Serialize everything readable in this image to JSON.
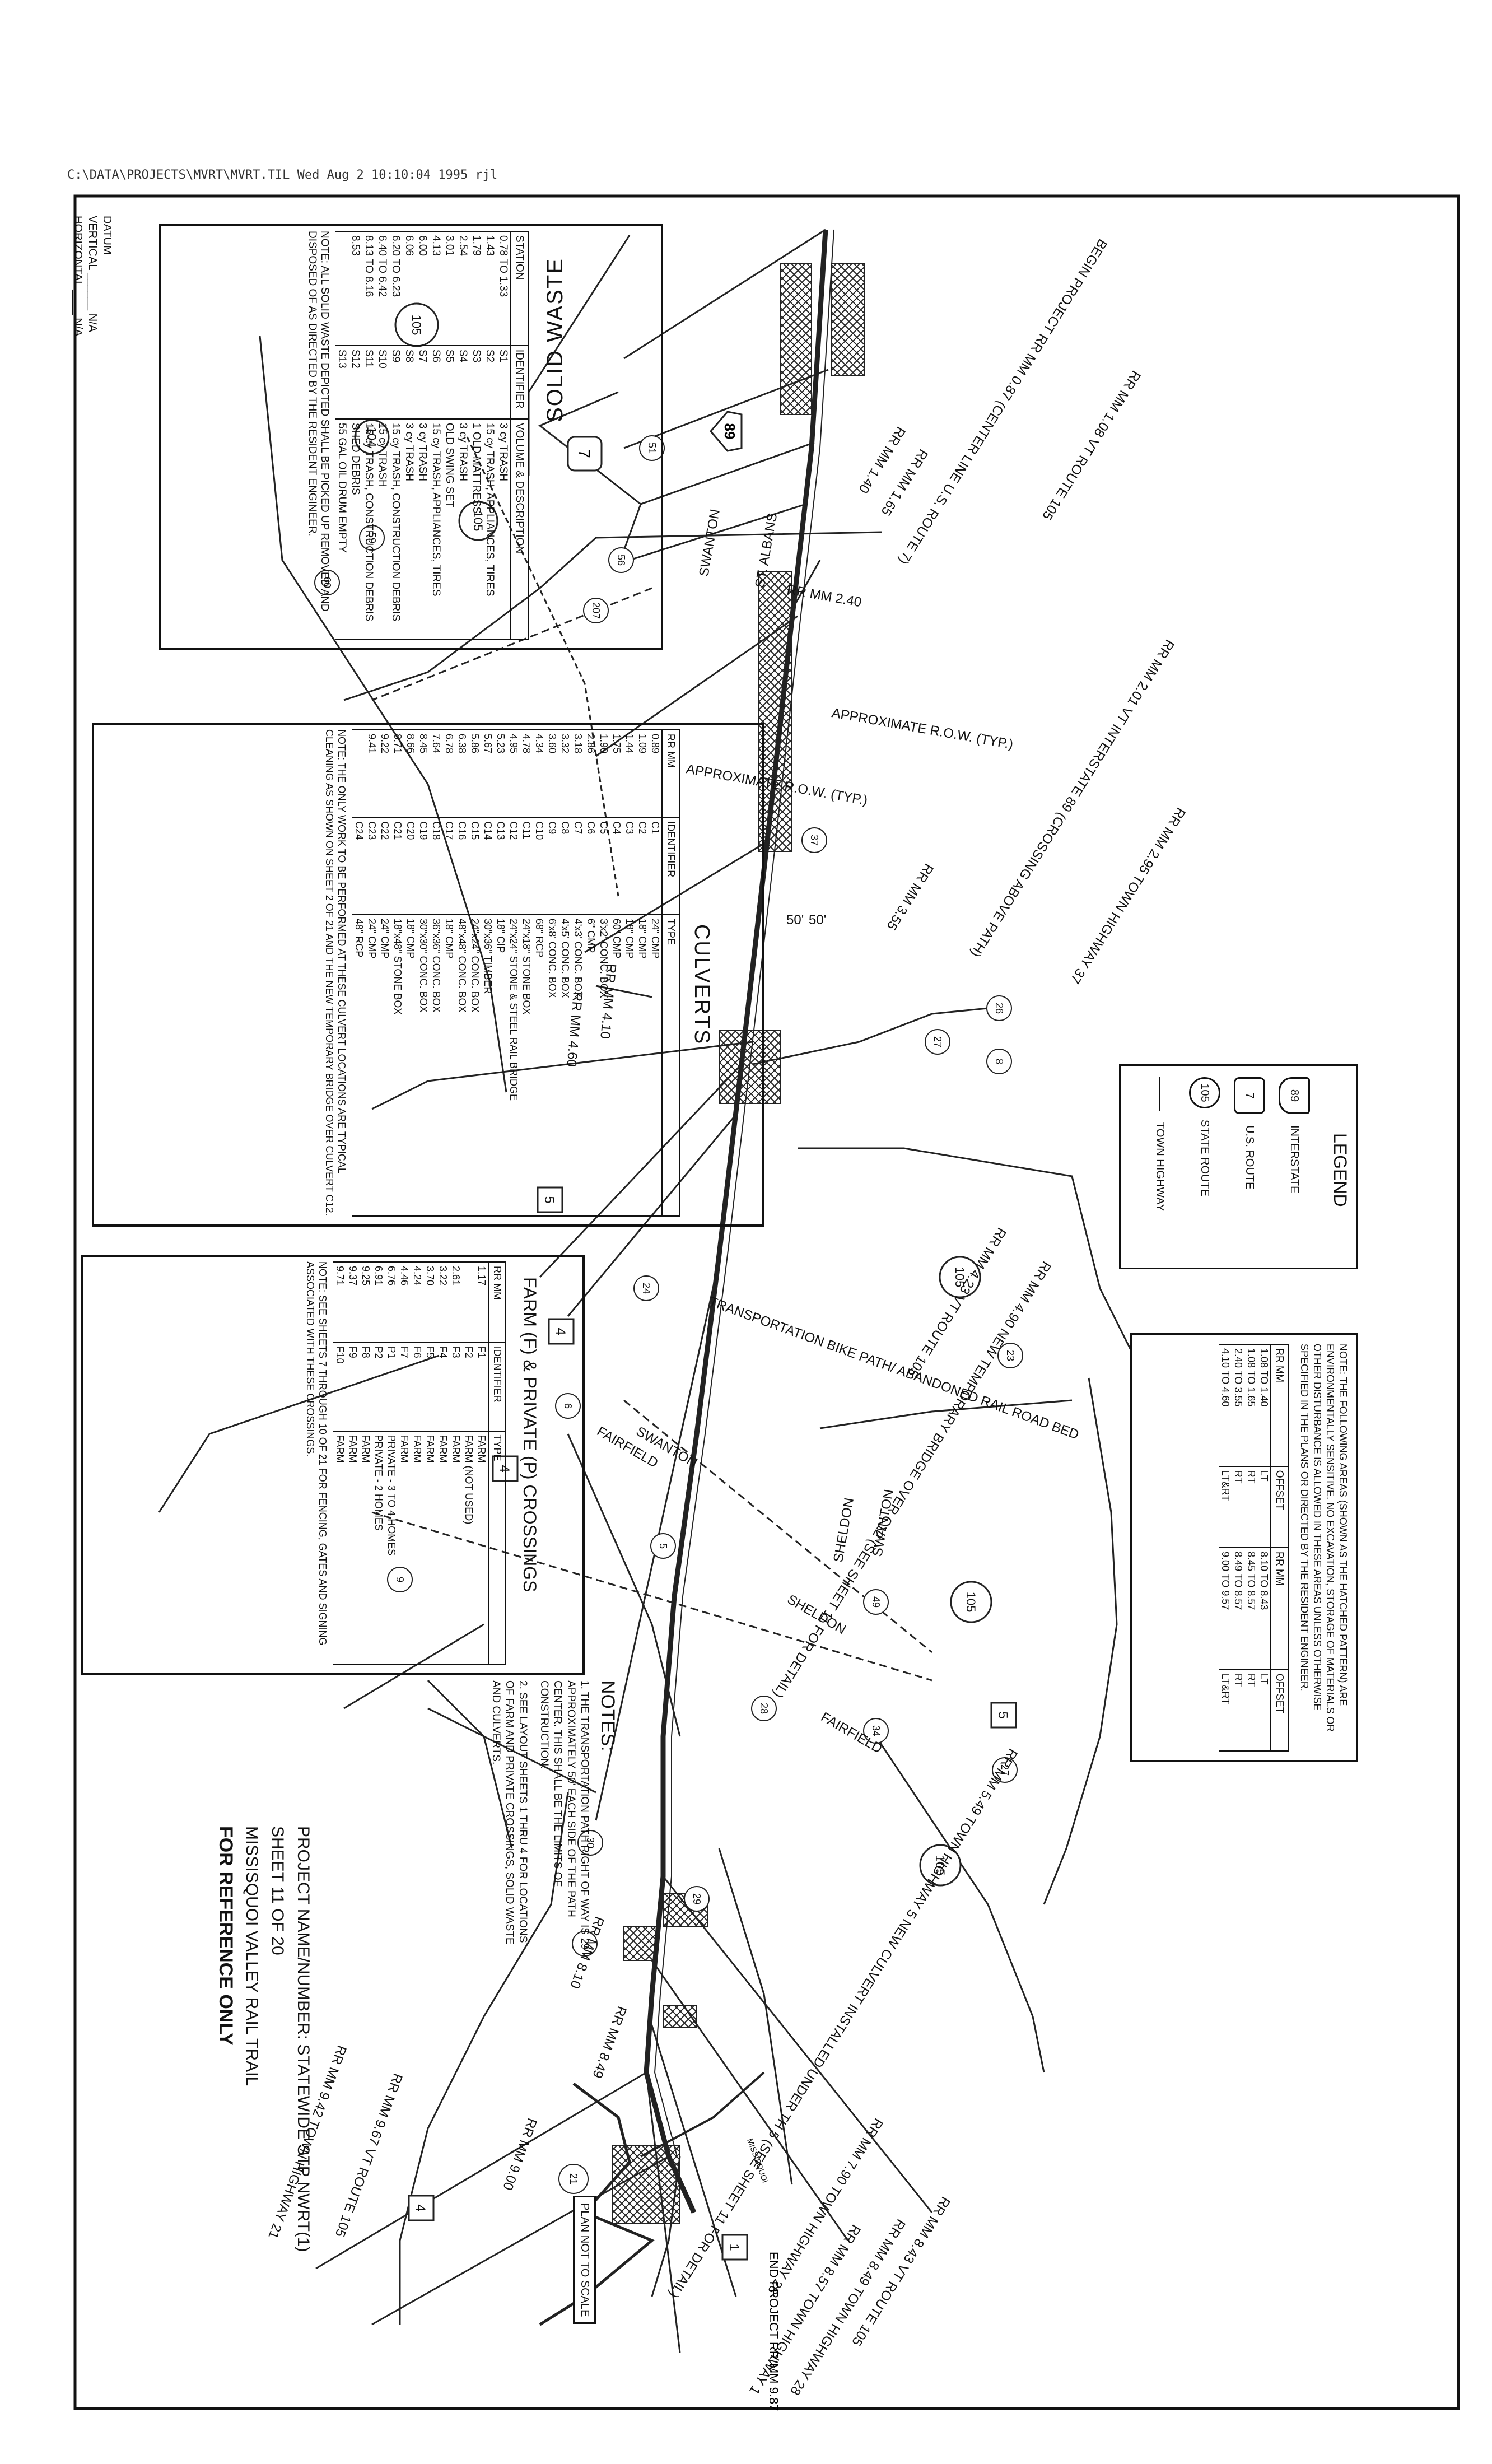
{
  "file_path": "C:\\DATA\\PROJECTS\\MVRT\\MVRT.TIL  Wed Aug  2 10:10:04 1995  rjl",
  "datum": {
    "label": "DATUM",
    "vertical_label": "VERTICAL",
    "vertical": "N/A",
    "horizontal_label": "HORIZONTAL",
    "horizontal": "N/A"
  },
  "solid_waste": {
    "title": "SOLID WASTE",
    "headers": [
      "STATION",
      "IDENTIFIER",
      "VOLUME & DESCRIPTION"
    ],
    "rows": [
      [
        "0.78 TO 1.33",
        "S1",
        "3 cy TRASH"
      ],
      [
        "1.43",
        "S2",
        "15 cy TRASH, APPLIANCES, TIRES"
      ],
      [
        "1.79",
        "S3",
        "1 OLD MATTRESS"
      ],
      [
        "2.54",
        "S4",
        "3 cy TRASH"
      ],
      [
        "3.01",
        "S5",
        "OLD SWING SET"
      ],
      [
        "4.13",
        "S6",
        "15 cy TRASH, APPLIANCES, TIRES"
      ],
      [
        "6.00",
        "S7",
        "3 cy TRASH"
      ],
      [
        "6.06",
        "S8",
        "3 cy TRASH"
      ],
      [
        "6.20 TO 6.23",
        "S9",
        "15 cy TRASH, CONSTRUCTION DEBRIS"
      ],
      [
        "6.40 TO 6.42",
        "S10",
        "15 cy TRASH"
      ],
      [
        "8.13 TO 8.16",
        "S11",
        "15 cy TRASH, CONSTRUCTION DEBRIS"
      ],
      [
        "8.53",
        "S12",
        "SHED DEBRIS"
      ],
      [
        "",
        "S13",
        "55 GAL OIL DRUM EMPTY"
      ]
    ],
    "note": "NOTE: ALL SOLID WASTE DEPICTED SHALL BE PICKED UP REMOVED AND DISPOSED OF AS DIRECTED BY THE RESIDENT ENGINEER."
  },
  "culverts": {
    "title": "CULVERTS",
    "headers": [
      "RR MM",
      "IDENTIFIER",
      "TYPE"
    ],
    "rows": [
      [
        "0.89",
        "C1",
        "24\" CMP"
      ],
      [
        "1.09",
        "C2",
        "18\" CMP"
      ],
      [
        "1.44",
        "C3",
        "18\" CMP"
      ],
      [
        "1.75",
        "C4",
        "60\" CMP"
      ],
      [
        "1.90",
        "C5",
        "3'x2' CONC. BOX"
      ],
      [
        "2.86",
        "C6",
        "6\" CMP"
      ],
      [
        "3.18",
        "C7",
        "4'x3' CONC. BOX"
      ],
      [
        "3.32",
        "C8",
        "4'x5' CONC. BOX"
      ],
      [
        "3.60",
        "C9",
        "6'x8' CONC. BOX"
      ],
      [
        "4.34",
        "C10",
        "68\" RCP"
      ],
      [
        "4.78",
        "C11",
        "24\"x18\" STONE BOX"
      ],
      [
        "4.95",
        "C12",
        "24\"x24\" STONE & STEEL RAIL BRIDGE"
      ],
      [
        "5.23",
        "C13",
        "18\" CIP"
      ],
      [
        "5.67",
        "C14",
        "30\"x36\" TIMBER"
      ],
      [
        "5.86",
        "C15",
        "24\"x24\" CONC. BOX"
      ],
      [
        "6.38",
        "C16",
        "48\"x48\" CONC. BOX"
      ],
      [
        "6.78",
        "C17",
        "18\" CMP"
      ],
      [
        "7.64",
        "C18",
        "36\"x36\" CONC. BOX"
      ],
      [
        "8.45",
        "C19",
        "30\"x30\" CONC. BOX"
      ],
      [
        "8.66",
        "C20",
        "18\" CMP"
      ],
      [
        "8.71",
        "C21",
        "18\"x48\" STONE BOX"
      ],
      [
        "9.22",
        "C22",
        "24\" CMP"
      ],
      [
        "9.41",
        "C23",
        "24\" CMP"
      ],
      [
        "",
        "C24",
        "48\" RCP"
      ]
    ],
    "note": "NOTE: THE ONLY WORK TO BE PERFORMED AT THESE CULVERT LOCATIONS ARE TYPICAL CLEANING AS SHOWN ON SHEET 2 OF 21 AND THE NEW TEMPORARY BRIDGE OVER CULVERT C12."
  },
  "crossings": {
    "title": "FARM (F) & PRIVATE (P) CROSSINGS",
    "headers": [
      "RR MM",
      "IDENTIFIER",
      "TYPE"
    ],
    "rows": [
      [
        "1.17",
        "F1",
        "FARM"
      ],
      [
        "",
        "F2",
        "FARM (NOT USED)"
      ],
      [
        "2.61",
        "F3",
        "FARM"
      ],
      [
        "3.22",
        "F4",
        "FARM"
      ],
      [
        "3.70",
        "F5",
        "FARM"
      ],
      [
        "4.24",
        "F6",
        "FARM"
      ],
      [
        "4.46",
        "F7",
        "FARM"
      ],
      [
        "6.76",
        "P1",
        "PRIVATE - 3 TO 4 HOMES"
      ],
      [
        "6.91",
        "P2",
        "PRIVATE - 2 HOMES"
      ],
      [
        "9.25",
        "F8",
        "FARM"
      ],
      [
        "9.37",
        "F9",
        "FARM"
      ],
      [
        "9.71",
        "F10",
        "FARM"
      ]
    ],
    "note": "NOTE: SEE SHEETS 7 THROUGH 10 OF 21 FOR FENCING, GATES AND SIGNING ASSOCIATED WITH THESE CROSSINGS."
  },
  "legend": {
    "title": "LEGEND",
    "items": [
      {
        "shield": "89",
        "label": "INTERSTATE"
      },
      {
        "shield": "7",
        "label": "U.S. ROUTE"
      },
      {
        "shield": "105",
        "label": "STATE ROUTE"
      },
      {
        "shield": "",
        "label": "TOWN HIGHWAY"
      }
    ]
  },
  "sensitive_note": {
    "text": "NOTE: THE FOLLOWING AREAS (SHOWN AS THE HATCHED PATTERN) ARE ENVIRONMENTALLY SENSITIVE. NO EXCAVATION, STORAGE OF MATERIALS OR OTHER DISTURBANCE IS ALLOWED IN THESE AREAS UNLESS OTHERWISE SPECIFIED IN THE PLANS OR DIRECTED BY THE RESIDENT ENGINEER.",
    "headers": [
      "RR MM",
      "OFFSET",
      "RR MM",
      "OFFSET"
    ],
    "rows": [
      [
        "1.08 TO 1.40",
        "LT",
        "8.10 TO 8.43",
        "LT"
      ],
      [
        "1.08 TO 1.65",
        "RT",
        "8.45 TO 8.57",
        "RT"
      ],
      [
        "2.40 TO 3.55",
        "RT",
        "8.49 TO 8.57",
        "RT"
      ],
      [
        "4.10 TO 4.60",
        "LT&RT",
        "9.00 TO 9.57",
        "LT&RT"
      ]
    ]
  },
  "notes": {
    "title": "NOTES:",
    "items": [
      "1. THE TRANSPORTATION PATH RIGHT OF WAY IS APPROXIMATELY 50' EACH SIDE OF THE PATH CENTER. THIS SHALL BE THE LIMITS OF CONSTRUCTION.",
      "2. SEE LAYOUT SHEETS 1 THRU 4 FOR LOCATIONS OF FARM AND PRIVATE CROSSINGS, SOLID WASTE AND CULVERTS."
    ]
  },
  "title_block": {
    "project": "PROJECT NAME/NUMBER: STATEWIDE STP NWRT(1)",
    "sheet": "SHEET 11 OF 20",
    "name": "MISSISQUOI VALLEY RAIL TRAIL",
    "reference": "FOR REFERENCE ONLY"
  },
  "scale_box": "PLAN NOT TO SCALE",
  "map_labels": {
    "begin_project": "BEGIN PROJECT RR MM 0.87 (CENTER LINE U.S. ROUTE 7)",
    "mm108": "RR MM 1.08 VT ROUTE 105",
    "mm140": "RR MM 1.40",
    "mm165": "RR MM 1.65",
    "mm201": "RR MM 2.01 VT INTERSTATE 89 (CROSSING ABOVE PATH)",
    "mm240": "RR MM 2.40",
    "mm295": "RR MM 2.95 TOWN HIGHWAY 37",
    "mm355": "RR MM 3.55",
    "mm410": "RR MM 4.10",
    "mm460": "RR MM 4.60",
    "mm423": "RR MM 4.23 VT ROUTE 105",
    "mm490": "RR MM 4.90 NEW TEMPORARY BRIDGE OVER C12 (SEE SHEET 11 FOR DETAIL)",
    "mm549": "RR MM 5.49 TOWN HIGHWAY 5 NEW CULVERT INSTALLED UNDER TH 5 (SEE SHEET 11 FOR DETAIL)",
    "mm810": "RR MM 8.10",
    "mm849": "RR MM 8.49",
    "mm790": "RR MM 7.90 TOWN HIGHWAY 28",
    "mm843": "RR MM 8.43 VT ROUTE 105",
    "mm849b": "RR MM 8.49 TOWN HIGHWAY 28",
    "mm857": "RR MM 8.57 TOWN HIGHWAY 1",
    "mm900": "RR MM 9.00",
    "mm942": "RR MM 9.42 TOWN HIGHWAY 21",
    "mm967": "RR MM 9.67 VT ROUTE 105",
    "end_project": "END PROJECT RR MM 9.87",
    "row1": "APPROXIMATE R.O.W. (TYP.)",
    "row2": "APPROXIMATE R.O.W. (TYP.)",
    "dim1": "50'",
    "dim2": "50'",
    "path": "TRANSPORTATION BIKE PATH/ ABANDONED RAIL ROAD BED",
    "st_albans": "ST. ALBANS",
    "swanton1": "SWANTON",
    "swanton2": "SWANTON",
    "fairfield1": "FAIRFIELD",
    "sheldon1": "SHELDON",
    "sheldon2": "SHELDON",
    "fairfield2": "FAIRFIELD",
    "swanton3": "SWANTON",
    "missisquoi": "MISSISQUOI"
  },
  "shields": {
    "s89": "89",
    "s7": "7",
    "s105a": "105",
    "s105b": "105",
    "s105c": "105",
    "s105d": "105",
    "s105e": "105",
    "s104": "104",
    "t51": "51",
    "t56": "56",
    "t59": "59",
    "t60": "60",
    "t207": "207",
    "t37": "37",
    "t26": "26",
    "t27": "27",
    "t8": "8",
    "t24": "24",
    "t6": "6",
    "t23": "23",
    "t5": "5",
    "t9": "9",
    "t49": "49",
    "t34": "34",
    "t28": "28",
    "t27b": "27",
    "t29": "29",
    "t30": "30",
    "t29b": "29",
    "t21": "21",
    "us5a": "5",
    "us5b": "5",
    "us4a": "4",
    "us4b": "4",
    "us4c": "4",
    "us1": "1"
  }
}
